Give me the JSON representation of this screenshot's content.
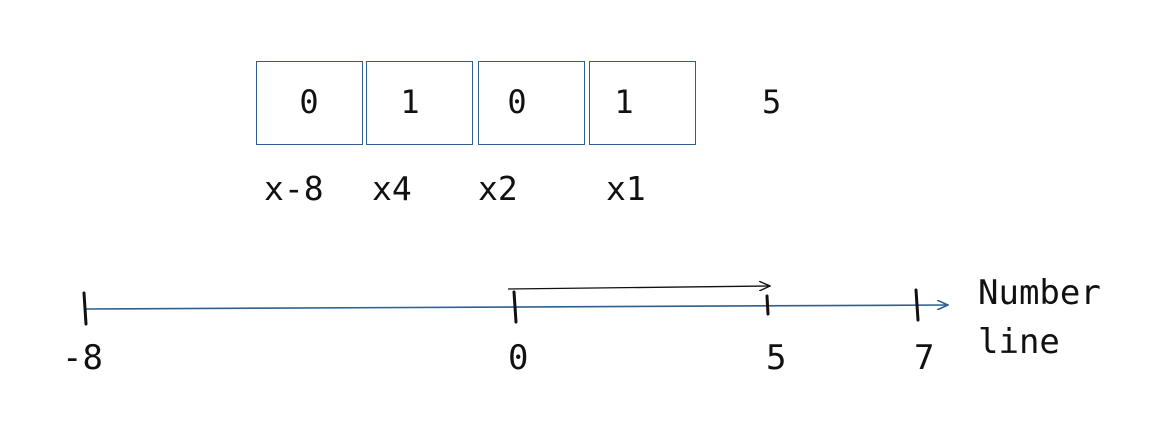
{
  "bits": [
    {
      "digit": "0",
      "weight": "x-8"
    },
    {
      "digit": "1",
      "weight": "x4"
    },
    {
      "digit": "0",
      "weight": "x2"
    },
    {
      "digit": "1",
      "weight": "x1"
    }
  ],
  "result": "5",
  "number_line": {
    "label_line1": "Number",
    "label_line2": "line",
    "ticks": [
      "-8",
      "0",
      "5",
      "7"
    ]
  },
  "colors": {
    "box_border": "#2f5f8f",
    "axis": "#2f5f8f",
    "arrow": "#111111",
    "text": "#111111"
  }
}
